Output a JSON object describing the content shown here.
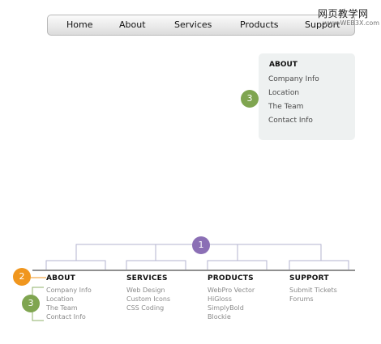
{
  "nav": {
    "items": [
      "Home",
      "About",
      "Services",
      "Products",
      "Support"
    ]
  },
  "watermark": {
    "cn": "网页教学网",
    "url": "www.WEB3X.com"
  },
  "dropdown": {
    "title": "ABOUT",
    "items": [
      "Company Info",
      "Location",
      "The Team",
      "Contact Info"
    ]
  },
  "markers": {
    "one": "1",
    "two": "2",
    "three": "3"
  },
  "footer": {
    "columns": [
      {
        "title": "ABOUT",
        "items": [
          "Company Info",
          "Location",
          "The Team",
          "Contact Info"
        ]
      },
      {
        "title": "SERVICES",
        "items": [
          "Web Design",
          "Custom Icons",
          "CSS Coding"
        ]
      },
      {
        "title": "PRODUCTS",
        "items": [
          "WebPro Vector",
          "HiGloss",
          "SimplyBold",
          "Blockie"
        ]
      },
      {
        "title": "SUPPORT",
        "items": [
          "Submit Tickets",
          "Forums"
        ]
      }
    ]
  },
  "colors": {
    "purple": "#8b6fb5",
    "orange": "#f0961e",
    "green": "#7fa550",
    "connector": "#b3b3cf"
  }
}
